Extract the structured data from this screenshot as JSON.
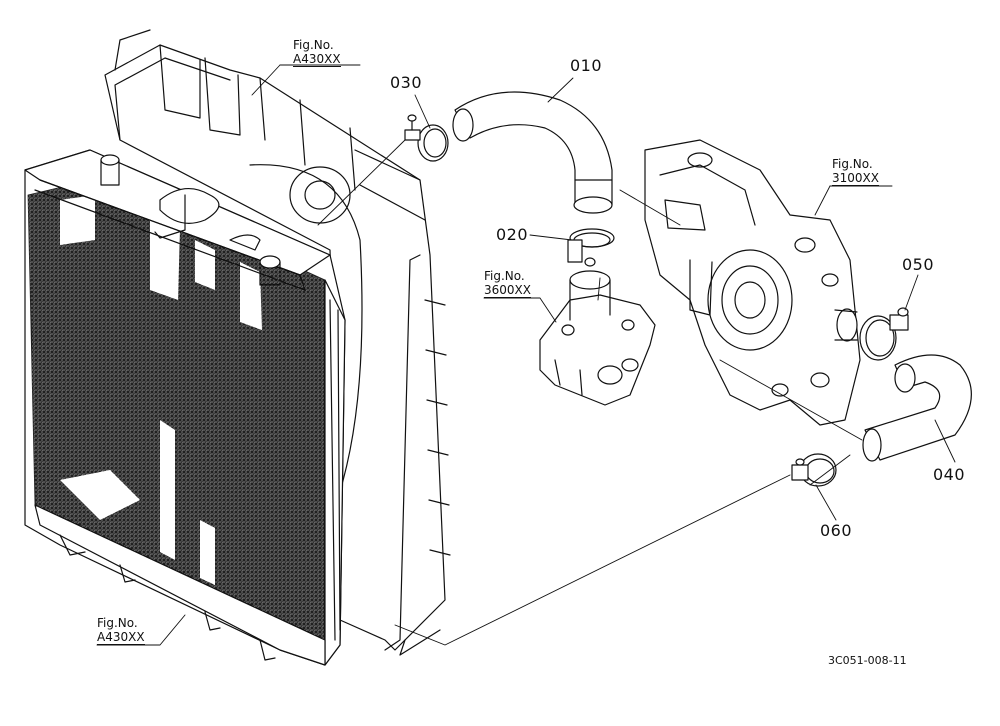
{
  "figure_refs": {
    "radiator_top": {
      "line1": "Fig.No.",
      "line2": "A430XX"
    },
    "radiator_bottom": {
      "line1": "Fig.No.",
      "line2": "A430XX"
    },
    "water_pump": {
      "line1": "Fig.No.",
      "line2": "3100XX"
    },
    "thermostat": {
      "line1": "Fig.No.",
      "line2": "3600XX"
    }
  },
  "parts": {
    "p010": "010",
    "p020": "020",
    "p030": "030",
    "p040": "040",
    "p050": "050",
    "p060": "060"
  },
  "drawing_code": "3C051-008-11",
  "colors": {
    "line": "#111111",
    "background": "#ffffff"
  }
}
